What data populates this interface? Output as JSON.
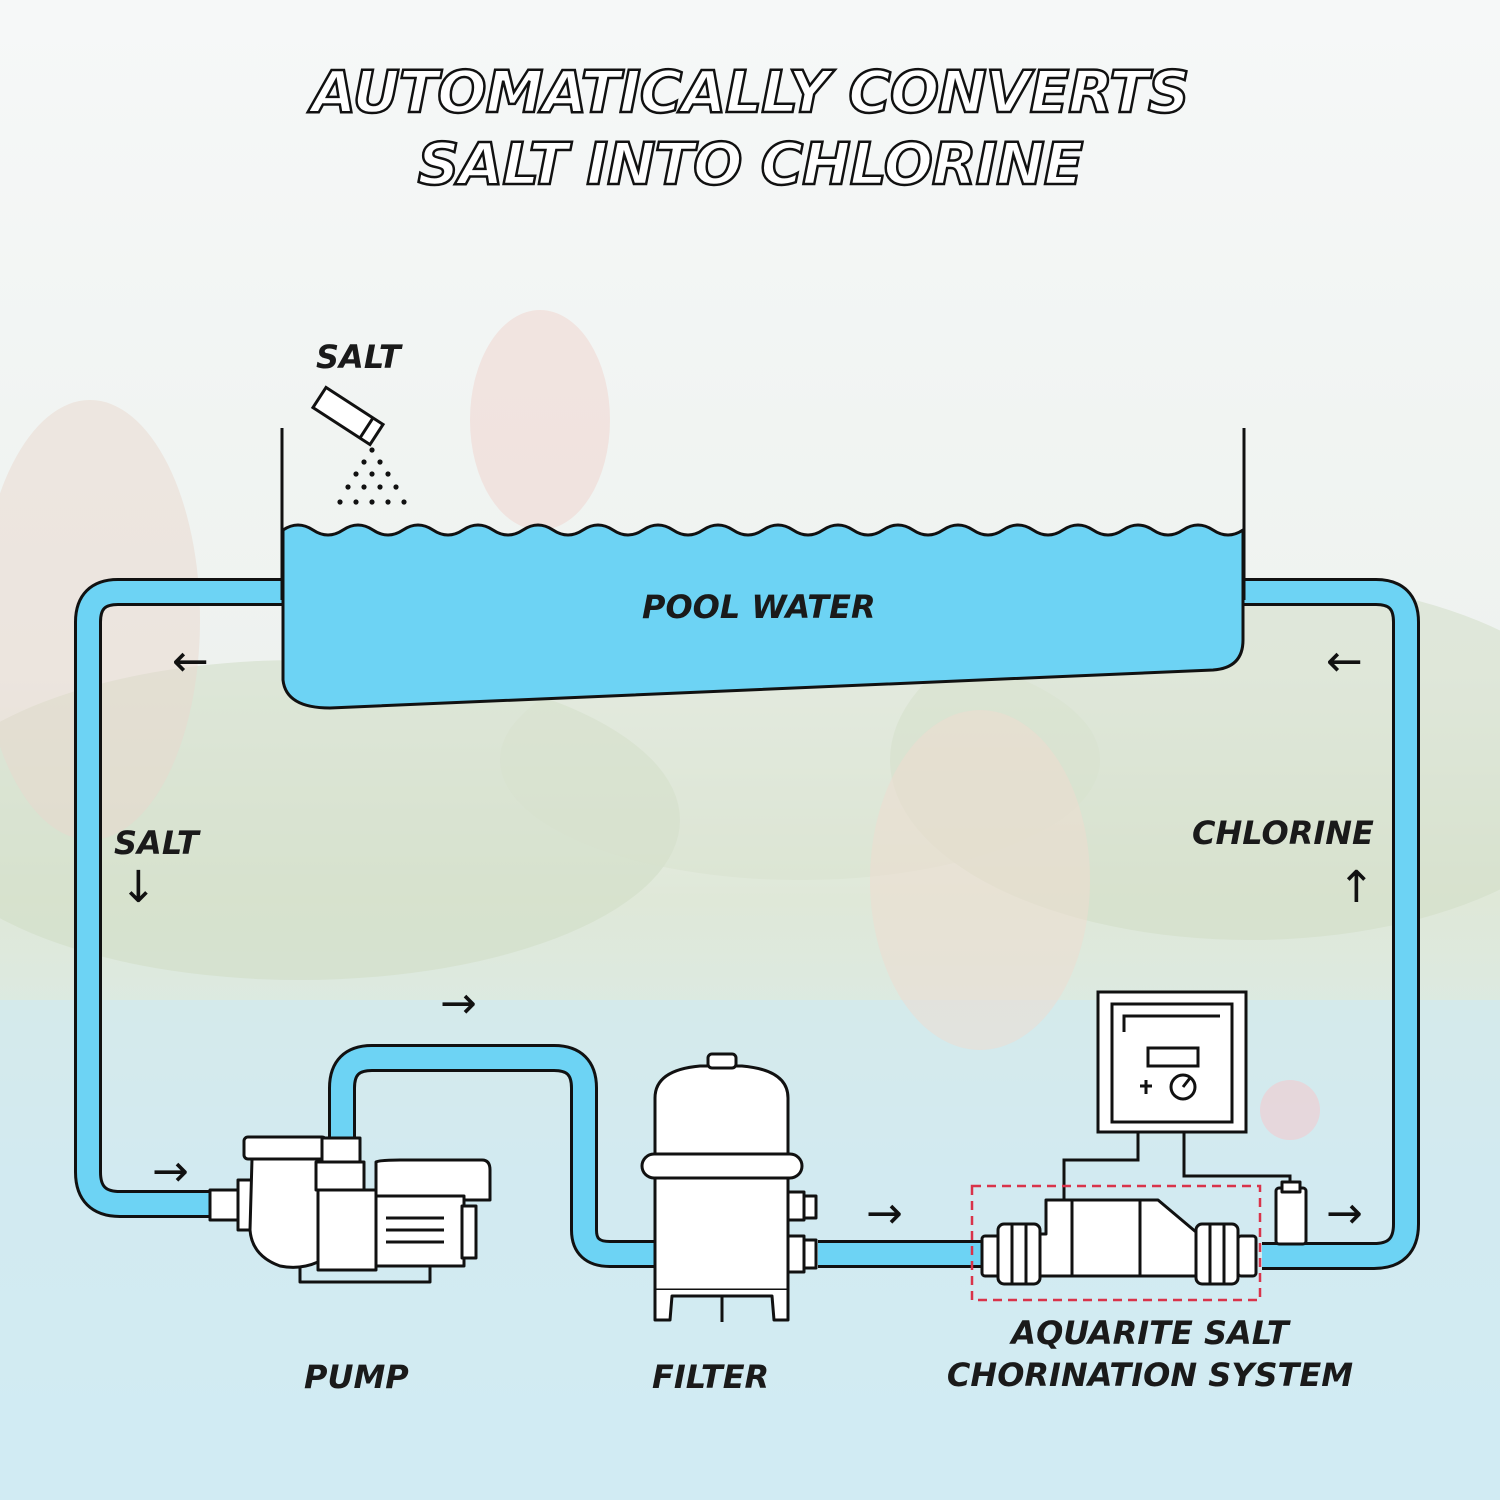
{
  "title": {
    "line1": "AUTOMATICALLY CONVERTS",
    "line2": "SALT INTO CHLORINE"
  },
  "labels": {
    "salt_top": "SALT",
    "pool_water": "POOL WATER",
    "salt_side": "SALT",
    "chlorine": "CHLORINE",
    "pump": "PUMP",
    "filter": "FILTER",
    "system_line1": "AQUARITE SALT",
    "system_line2": "CHORINATION SYSTEM"
  },
  "arrows": {
    "left": "←",
    "right": "→",
    "down": "↓",
    "up": "↑"
  },
  "colors": {
    "water": "#6dd3f4",
    "outline": "#111111",
    "highlight_box": "#d9334a"
  },
  "icons": [
    "salt-shaker-icon",
    "pump-icon",
    "filter-icon",
    "salt-cell-icon",
    "control-panel-icon"
  ]
}
